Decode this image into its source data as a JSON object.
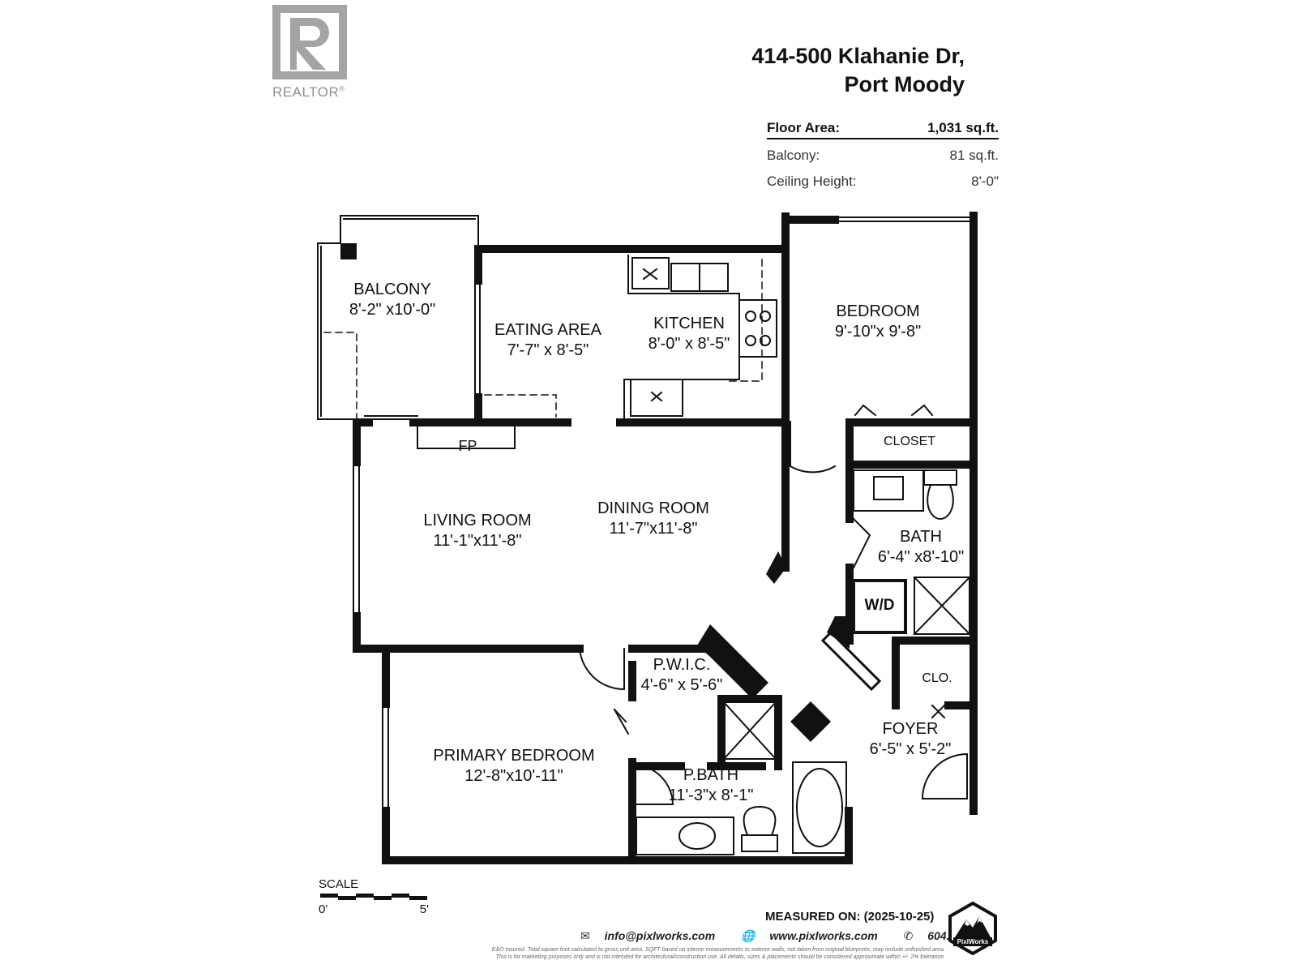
{
  "logo": {
    "wordmark": "REALTOR",
    "registered": "®",
    "icon": "realtor-r-icon"
  },
  "address": {
    "line1": "414-500 Klahanie Dr,",
    "line2": "Port Moody"
  },
  "area": {
    "floor_label": "Floor Area:",
    "floor_value": "1,031 sq.ft.",
    "balcony_label": "Balcony:",
    "balcony_value": "81 sq.ft.",
    "ceiling_label": "Ceiling Height:",
    "ceiling_value": "8'-0\""
  },
  "rooms": {
    "balcony": {
      "name": "BALCONY",
      "dims": "8'-2\" x10'-0\""
    },
    "eating": {
      "name": "EATING AREA",
      "dims": "7'-7\" x 8'-5\""
    },
    "kitchen": {
      "name": "KITCHEN",
      "dims": "8'-0\" x 8'-5\""
    },
    "bedroom": {
      "name": "BEDROOM",
      "dims": "9'-10\"x 9'-8\""
    },
    "closet": {
      "name": "CLOSET"
    },
    "fp": {
      "name": "FP"
    },
    "living": {
      "name": "LIVING ROOM",
      "dims": "11'-1\"x11'-8\""
    },
    "dining": {
      "name": "DINING ROOM",
      "dims": "11'-7\"x11'-8\""
    },
    "bath": {
      "name": "BATH",
      "dims": "6'-4\" x8'-10\""
    },
    "wd": {
      "name": "W/D"
    },
    "pwic": {
      "name": "P.W.I.C.",
      "dims": "4'-6\" x 5'-6\""
    },
    "clo": {
      "name": "CLO."
    },
    "foyer": {
      "name": "FOYER",
      "dims": "6'-5\" x 5'-2\""
    },
    "primary": {
      "name": "PRIMARY BEDROOM",
      "dims": "12'-8\"x10'-11\""
    },
    "pbath": {
      "name": "P.BATH",
      "dims": "11'-3\"x 8'-1\""
    }
  },
  "scale": {
    "label": "SCALE",
    "start": "0'",
    "end": "5'"
  },
  "footer": {
    "measured": "MEASURED ON: (2025-10-25)",
    "email": "info@pixlworks.com",
    "web": "www.pixlworks.com",
    "phone": "604.329.5788",
    "brand": "PixlWorks",
    "disclaimer1": "E&O Insured. Total square foot calculated to gross unit area. SQFT based on interior measurements to exterior walls, not taken from original blueprints, may include unfinished area.",
    "disclaimer2": "This is for marketing purposes only and is not intended for architectural/construction use. All details, sizes & placements should be considered approximate within +/- 2% tolerance."
  }
}
